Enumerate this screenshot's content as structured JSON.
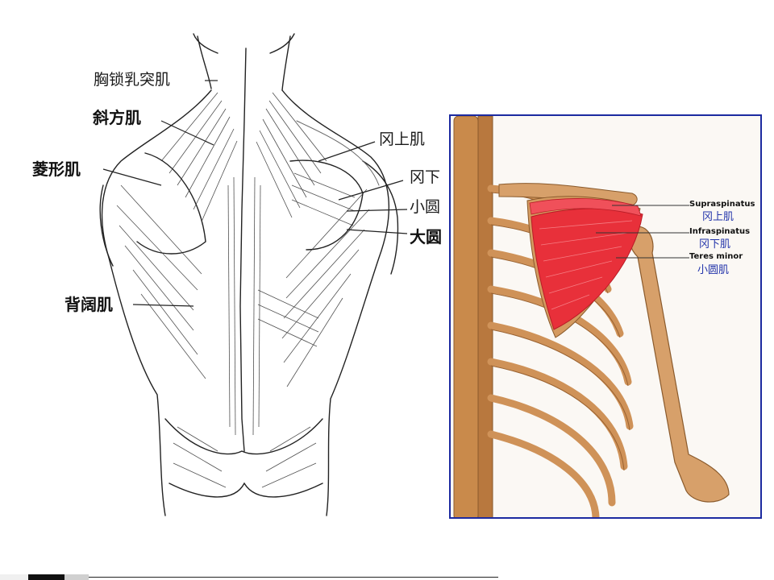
{
  "left_figure": {
    "labels": {
      "sternocleidomastoid": "胸锁乳突肌",
      "trapezius": "斜方肌",
      "rhomboid": "菱形肌",
      "latissimus": "背阔肌",
      "supraspinatus": "冈上肌",
      "infraspinatus_partial": "冈下",
      "teres_minor_partial": "小圆",
      "teres_major_partial": "大圆"
    }
  },
  "right_figure": {
    "muscle_color": "#e8303a",
    "border_color": "#1c2aa0",
    "labels": {
      "supraspinatus_en": "Supraspinatus",
      "supraspinatus_cn": "冈上肌",
      "infraspinatus_en": "Infraspinatus",
      "infraspinatus_cn": "冈下肌",
      "teres_minor_en": "Teres minor",
      "teres_minor_cn": "小圆肌"
    }
  }
}
